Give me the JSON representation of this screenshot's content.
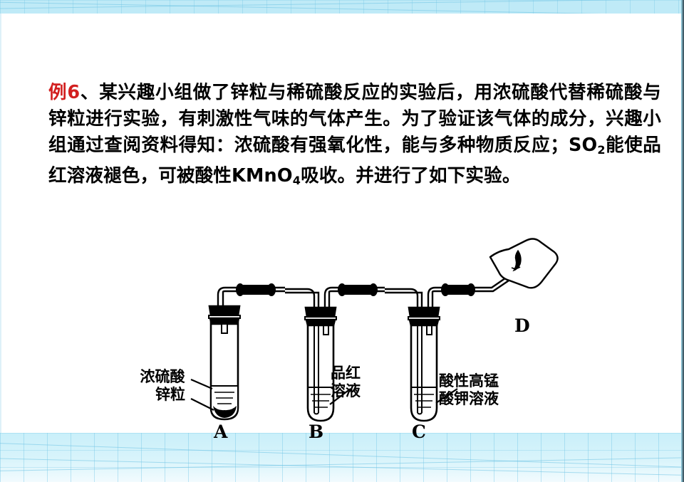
{
  "slide": {
    "background_color": "#ffffff",
    "accent_color": "#d21f1f",
    "band_color": "#bfeaf7",
    "watermark": ""
  },
  "question": {
    "marker": "例6",
    "body_part1": "、某兴趣小组做了锌粒与稀硫酸反应的实验后，用浓硫酸代替稀硫酸与锌粒进行实验，有刺激性气味的气体产生。为了验证该气体的成分，兴趣小组通过查阅资料得知：浓硫酸有强氧化性，能与多种物质反应；SO",
    "sub1": "2",
    "body_part2": "能使品红溶液褪色，可被酸性KMnO",
    "sub2": "4",
    "body_part3": "吸收。并进行了如下实验。"
  },
  "diagram": {
    "title": "three-test-tube gas train apparatus",
    "labels": {
      "a_line1": "浓硫酸",
      "a_line2": "锌粒",
      "b_line1": "品红",
      "b_line2": "溶液",
      "c_line1": "酸性高锰",
      "c_line2": "酸钾溶液"
    },
    "tube_letters": {
      "a": "A",
      "b": "B",
      "c": "C",
      "d": "D"
    },
    "elements": [
      "test-tube-a-with-concentrated-sulfuric-acid-and-zinc",
      "test-tube-b-with-fuchsin-solution",
      "test-tube-c-with-acidic-potassium-permanganate",
      "rubber-stopper",
      "delivery-glass-tube",
      "rubber-connector-tubing",
      "cotton-wad-at-outlet-d"
    ]
  }
}
